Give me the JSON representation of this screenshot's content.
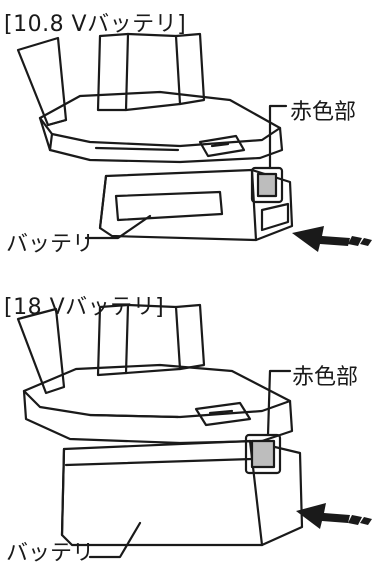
{
  "top_panel": {
    "caption": "[10.8 Vバッテリ]",
    "red_part_label": "赤色部",
    "battery_label": "バッテリ"
  },
  "bottom_panel": {
    "caption": "[18 Vバッテリ]",
    "red_part_label": "赤色部",
    "battery_label": "バッテリ"
  },
  "icons": [
    "insert-arrow-icon"
  ]
}
